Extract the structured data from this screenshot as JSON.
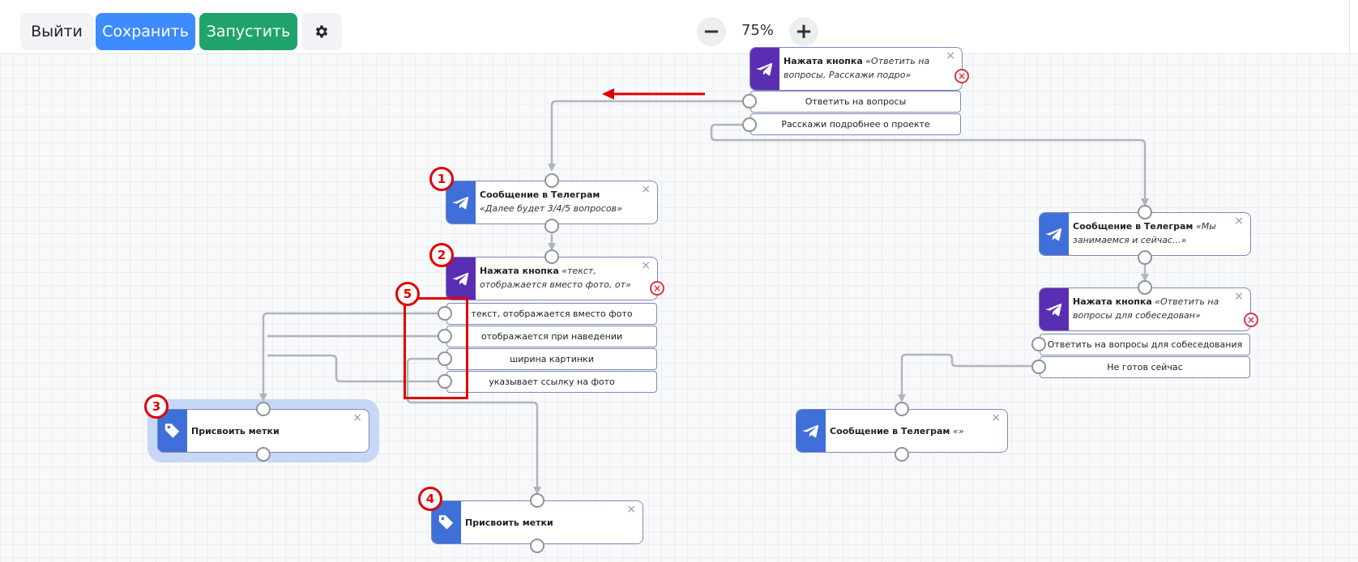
{
  "toolbar": {
    "exit_label": "Выйти",
    "save_label": "Сохранить",
    "run_label": "Запустить",
    "settings_icon": "gear-icon",
    "zoom_out_symbol": "−",
    "zoom_in_symbol": "+",
    "zoom_level": "75%"
  },
  "colors": {
    "save": "#3d8bfd",
    "run": "#20a36b",
    "telegram_node": "#3f6fd8",
    "button_node": "#5a2eb3",
    "annotation": "#e00000"
  },
  "nodes": {
    "top_button": {
      "title": "Нажата кнопка",
      "detail": "«Ответить на вопросы, Расскажи подро»",
      "buttons": [
        "Ответить на вопросы",
        "Расскажи подробнее о проекте"
      ]
    },
    "message1": {
      "title": "Сообщение в Телеграм",
      "detail": "«Далее будет 3/4/5 вопросов»"
    },
    "button2": {
      "title": "Нажата кнопка",
      "detail": "«текст, отображается вместо фото, от»",
      "buttons": [
        "текст, отображается вместо фото",
        "отображается при наведении",
        "ширина картинки",
        "указывает ссылку на фото"
      ]
    },
    "tags3": {
      "title": "Присвоить метки"
    },
    "tags4": {
      "title": "Присвоить метки"
    },
    "message_right": {
      "title": "Сообщение в Телеграм",
      "detail": "«Мы занимаемся и сейчас...»"
    },
    "button_right": {
      "title": "Нажата кнопка",
      "detail": "«Ответить на вопросы для собеседован»",
      "buttons": [
        "Ответить на вопросы для собеседования",
        "Не готов сейчас"
      ]
    },
    "message_empty": {
      "title": "Сообщение в Телеграм",
      "detail": "«»"
    }
  },
  "close_symbol": "×",
  "delete_symbol": "×",
  "annotations": [
    "1",
    "2",
    "3",
    "4",
    "5"
  ]
}
